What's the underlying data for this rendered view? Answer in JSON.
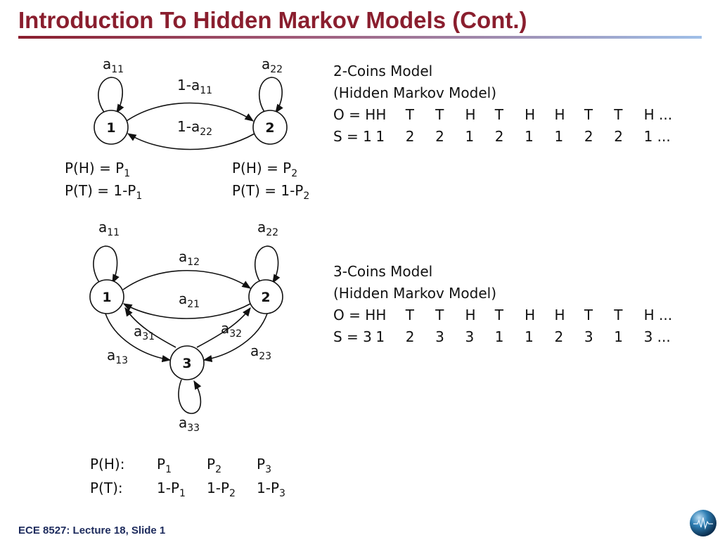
{
  "slide": {
    "title": "Introduction To Hidden Markov Models (Cont.)",
    "footer": "ECE 8527: Lecture 18, Slide 1"
  },
  "two_coin": {
    "heading": "2-Coins Model",
    "subheading": "(Hidden Markov Model)",
    "obs_label": "O = H",
    "obs": [
      "H",
      "T",
      "T",
      "H",
      "T",
      "H",
      "H",
      "T",
      "T",
      "H ..."
    ],
    "state_label": "S = 1",
    "states": [
      "1",
      "2",
      "2",
      "1",
      "2",
      "1",
      "1",
      "2",
      "2",
      "1 ..."
    ],
    "nodes": [
      "1",
      "2"
    ],
    "loop_labels": {
      "a": "a",
      "s11": "11",
      "s22": "22"
    },
    "edge_top": {
      "pre": "1-a",
      "sub": "11"
    },
    "edge_bottom": {
      "pre": "1-a",
      "sub": "22"
    },
    "probs": {
      "p1_head": {
        "pre": "P(H) = P",
        "sub": "1"
      },
      "p1_tail": {
        "pre": "P(T) = 1-P",
        "sub": "1"
      },
      "p2_head": {
        "pre": "P(H) = P",
        "sub": "2"
      },
      "p2_tail": {
        "pre": "P(T) = 1-P",
        "sub": "2"
      }
    }
  },
  "three_coin": {
    "heading": "3-Coins Model",
    "subheading": "(Hidden Markov Model)",
    "obs_label": "O = H",
    "obs": [
      "H",
      "T",
      "T",
      "H",
      "T",
      "H",
      "H",
      "T",
      "T",
      "H ..."
    ],
    "state_label": "S = 3",
    "states": [
      "1",
      "2",
      "3",
      "3",
      "1",
      "1",
      "2",
      "3",
      "1",
      "3 ..."
    ],
    "nodes": [
      "1",
      "2",
      "3"
    ],
    "a": "a",
    "subs": {
      "s11": "11",
      "s22": "22",
      "s12": "12",
      "s21": "21",
      "s31": "31",
      "s32": "32",
      "s13": "13",
      "s23": "23",
      "s33": "33"
    },
    "table": {
      "head_label": "P(H):",
      "tail_label": "P(T):",
      "p": "P",
      "tail_pre": "1-P",
      "i1": "1",
      "i2": "2",
      "i3": "3"
    }
  }
}
